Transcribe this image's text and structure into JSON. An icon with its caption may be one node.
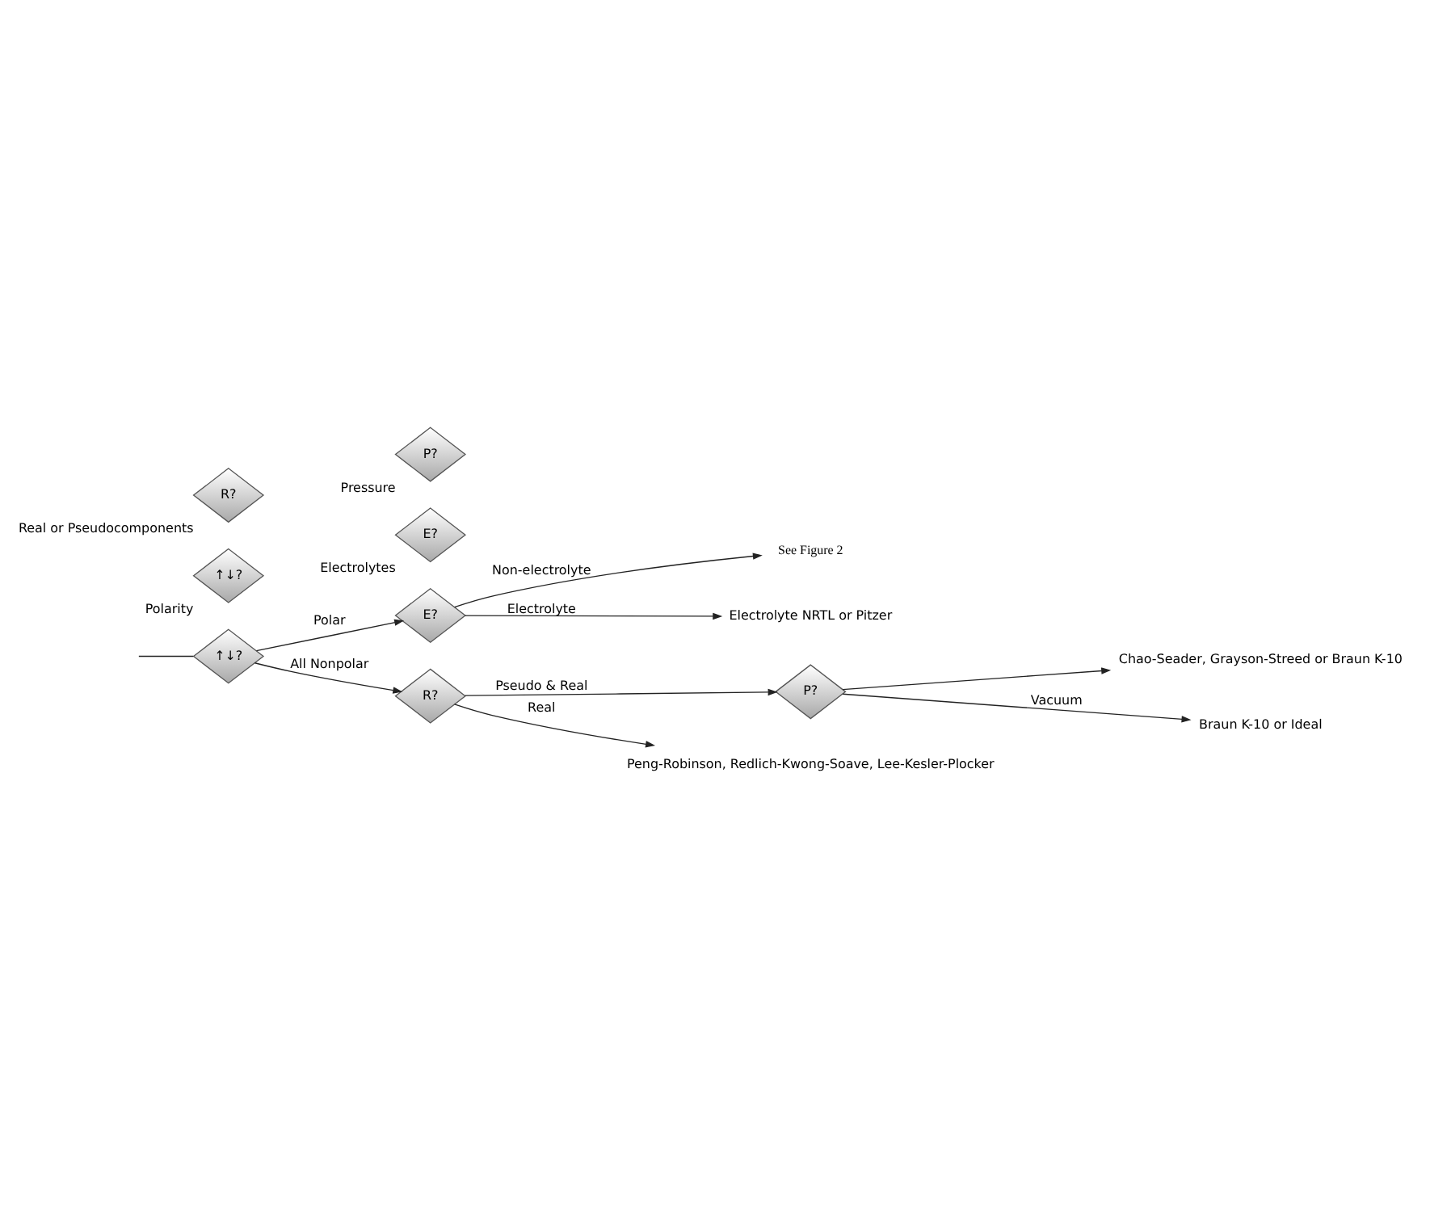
{
  "diagram": {
    "nodes": [
      {
        "text": [
          "↑↓?"
        ]
      },
      {
        "text": [
          "E?"
        ]
      },
      {
        "text": [
          "R?"
        ]
      },
      {
        "text": [
          "P?"
        ]
      },
      {
        "text": [
          "See Figure 2"
        ]
      },
      {
        "text": [
          "Electrolyte NRTL or Pitzer"
        ]
      },
      {
        "text": [
          "Peng-Robinson, Redlich-Kwong-Soave, Lee-Kesler-Plocker"
        ]
      },
      {
        "text": [
          "Chao-Seader, Grayson-Streed or Braun K-10"
        ]
      },
      {
        "text": [
          "Braun K-10 or Ideal"
        ]
      },
      {
        "text": [
          "↑↓?"
        ],
        "beside": [
          "Polarity"
        ]
      },
      {
        "text": [
          "E?"
        ],
        "beside": [
          "Electrolytes"
        ]
      },
      {
        "text": [
          "R?"
        ],
        "beside": [
          "Real or Pseudocomponents"
        ]
      },
      {
        "text": [
          "P?"
        ],
        "beside": [
          "Pressure"
        ]
      }
    ],
    "edges": [
      {
        "from": null,
        "to": 0,
        "arrow": "none"
      },
      {
        "from": 0,
        "to": 1,
        "arrow": "to",
        "label": "Polar"
      },
      {
        "from": 0,
        "to": 2,
        "arrow": "to",
        "label": "All Nonpolar"
      },
      {
        "from": 1,
        "to": 4,
        "arrow": "to",
        "label": "Non-electrolyte"
      },
      {
        "from": 1,
        "to": 5,
        "arrow": "to",
        "label": "Electrolyte"
      },
      {
        "from": 2,
        "to": 6,
        "arrow": "to",
        "label": "Real"
      },
      {
        "from": 2,
        "to": 3,
        "arrow": "to",
        "label": "Pseudo & Real"
      },
      {
        "from": 3,
        "to": 7,
        "arrow": "to"
      },
      {
        "from": 3,
        "to": 8,
        "arrow": "to",
        "label": "Vacuum"
      }
    ]
  }
}
